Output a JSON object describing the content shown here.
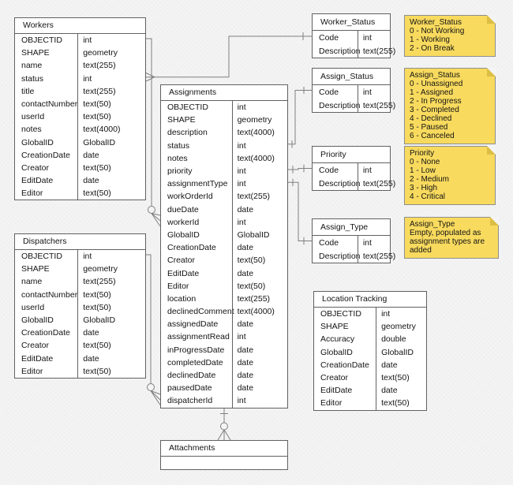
{
  "colors": {
    "background": "#f3f4f3",
    "table_fill": "#ffffff",
    "table_border": "#616161",
    "note_fill": "#F8DA5E",
    "note_fold": "#ddbe45",
    "connector": "#7f7f7f"
  },
  "tables": {
    "workers": {
      "title": "Workers",
      "fields": [
        {
          "name": "OBJECTID",
          "type": "int"
        },
        {
          "name": "SHAPE",
          "type": "geometry"
        },
        {
          "name": "name",
          "type": "text(255)"
        },
        {
          "name": "status",
          "type": "int"
        },
        {
          "name": "title",
          "type": "text(255)"
        },
        {
          "name": "contactNumber",
          "type": "text(50)"
        },
        {
          "name": "userId",
          "type": "text(50)"
        },
        {
          "name": "notes",
          "type": "text(4000)"
        },
        {
          "name": "GlobalID",
          "type": "GlobalID"
        },
        {
          "name": "CreationDate",
          "type": "date"
        },
        {
          "name": "Creator",
          "type": "text(50)"
        },
        {
          "name": "EditDate",
          "type": "date"
        },
        {
          "name": "Editor",
          "type": "text(50)"
        }
      ]
    },
    "dispatchers": {
      "title": "Dispatchers",
      "fields": [
        {
          "name": "OBJECTID",
          "type": "int"
        },
        {
          "name": "SHAPE",
          "type": "geometry"
        },
        {
          "name": "name",
          "type": "text(255)"
        },
        {
          "name": "contactNumber",
          "type": "text(50)"
        },
        {
          "name": "userId",
          "type": "text(50)"
        },
        {
          "name": "GlobalID",
          "type": "GlobalID"
        },
        {
          "name": "CreationDate",
          "type": "date"
        },
        {
          "name": "Creator",
          "type": "text(50)"
        },
        {
          "name": "EditDate",
          "type": "date"
        },
        {
          "name": "Editor",
          "type": "text(50)"
        }
      ]
    },
    "assignments": {
      "title": "Assignments",
      "fields": [
        {
          "name": "OBJECTID",
          "type": "int"
        },
        {
          "name": "SHAPE",
          "type": "geometry"
        },
        {
          "name": "description",
          "type": "text(4000)"
        },
        {
          "name": "status",
          "type": "int"
        },
        {
          "name": "notes",
          "type": "text(4000)"
        },
        {
          "name": "priority",
          "type": "int"
        },
        {
          "name": "assignmentType",
          "type": "int"
        },
        {
          "name": "workOrderId",
          "type": "text(255)"
        },
        {
          "name": "dueDate",
          "type": "date"
        },
        {
          "name": "workerId",
          "type": "int"
        },
        {
          "name": "GlobalID",
          "type": "GlobalID"
        },
        {
          "name": "CreationDate",
          "type": "date"
        },
        {
          "name": "Creator",
          "type": "text(50)"
        },
        {
          "name": "EditDate",
          "type": "date"
        },
        {
          "name": "Editor",
          "type": "text(50)"
        },
        {
          "name": "location",
          "type": "text(255)"
        },
        {
          "name": "declinedComment",
          "type": "text(4000)"
        },
        {
          "name": "assignedDate",
          "type": "date"
        },
        {
          "name": "assignmentRead",
          "type": "int"
        },
        {
          "name": "inProgressDate",
          "type": "date"
        },
        {
          "name": "completedDate",
          "type": "date"
        },
        {
          "name": "declinedDate",
          "type": "date"
        },
        {
          "name": "pausedDate",
          "type": "date"
        },
        {
          "name": "dispatcherId",
          "type": "int"
        }
      ]
    },
    "worker_status": {
      "title": "Worker_Status",
      "fields": [
        {
          "name": "Code",
          "type": "int"
        },
        {
          "name": "Description",
          "type": "text(255)"
        }
      ]
    },
    "assign_status": {
      "title": "Assign_Status",
      "fields": [
        {
          "name": "Code",
          "type": "int"
        },
        {
          "name": "Description",
          "type": "text(255)"
        }
      ]
    },
    "priority": {
      "title": "Priority",
      "fields": [
        {
          "name": "Code",
          "type": "int"
        },
        {
          "name": "Description",
          "type": "text(255)"
        }
      ]
    },
    "assign_type": {
      "title": "Assign_Type",
      "fields": [
        {
          "name": "Code",
          "type": "int"
        },
        {
          "name": "Description",
          "type": "text(255)"
        }
      ]
    },
    "location_tracking": {
      "title": "Location Tracking",
      "fields": [
        {
          "name": "OBJECTID",
          "type": "int"
        },
        {
          "name": "SHAPE",
          "type": "geometry"
        },
        {
          "name": "Accuracy",
          "type": "double"
        },
        {
          "name": "GlobalID",
          "type": "GlobalID"
        },
        {
          "name": "CreationDate",
          "type": "date"
        },
        {
          "name": "Creator",
          "type": "text(50)"
        },
        {
          "name": "EditDate",
          "type": "date"
        },
        {
          "name": "Editor",
          "type": "text(50)"
        }
      ]
    },
    "attachments": {
      "title": "Attachments",
      "fields": []
    }
  },
  "notes": {
    "worker_status": {
      "title": "Worker_Status",
      "lines": [
        "0 - Not Working",
        "1 - Working",
        "2 - On Break"
      ]
    },
    "assign_status": {
      "title": "Assign_Status",
      "lines": [
        "0 - Unassigned",
        "1 - Assigned",
        "2 - In Progress",
        "3 - Completed",
        "4 - Declined",
        "5 - Paused",
        "6 - Canceled"
      ]
    },
    "priority": {
      "title": "Priority",
      "lines": [
        "0 - None",
        "1 - Low",
        "2 - Medium",
        "3 - High",
        "4 - Critical"
      ]
    },
    "assign_type": {
      "title": "Assign_Type",
      "lines": [
        "Empty, populated as",
        "assignment types are added"
      ]
    }
  }
}
